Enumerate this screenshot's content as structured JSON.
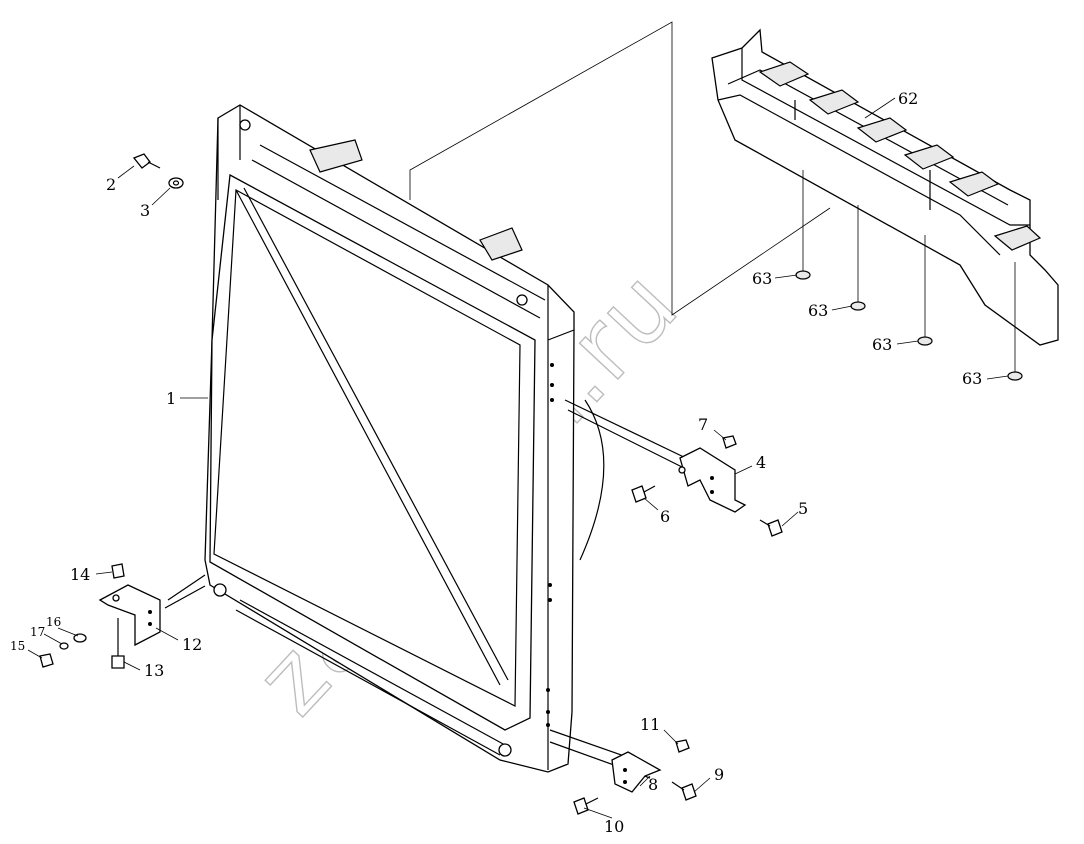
{
  "diagram": {
    "type": "exploded-parts-drawing",
    "watermark": "zap-kam.ru",
    "callouts": [
      {
        "id": "c1",
        "text": "1"
      },
      {
        "id": "c2",
        "text": "2"
      },
      {
        "id": "c3",
        "text": "3"
      },
      {
        "id": "c4",
        "text": "4"
      },
      {
        "id": "c5",
        "text": "5"
      },
      {
        "id": "c6",
        "text": "6"
      },
      {
        "id": "c7",
        "text": "7"
      },
      {
        "id": "c8",
        "text": "8"
      },
      {
        "id": "c9",
        "text": "9"
      },
      {
        "id": "c10",
        "text": "10"
      },
      {
        "id": "c11",
        "text": "11"
      },
      {
        "id": "c12",
        "text": "12"
      },
      {
        "id": "c13",
        "text": "13"
      },
      {
        "id": "c14",
        "text": "14"
      },
      {
        "id": "c15",
        "text": "15"
      },
      {
        "id": "c16",
        "text": "16"
      },
      {
        "id": "c17",
        "text": "17"
      },
      {
        "id": "c62",
        "text": "62"
      },
      {
        "id": "c63a",
        "text": "63"
      },
      {
        "id": "c63b",
        "text": "63"
      },
      {
        "id": "c63c",
        "text": "63"
      },
      {
        "id": "c63d",
        "text": "63"
      }
    ]
  }
}
